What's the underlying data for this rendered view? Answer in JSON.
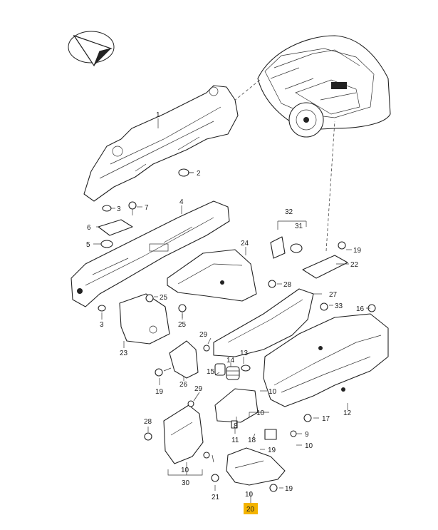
{
  "compass": {
    "icon": "orientation-arrow-icon"
  },
  "labels": {
    "l1": "1",
    "l2": "2",
    "l3a": "3",
    "l3b": "3",
    "l4": "4",
    "l5": "5",
    "l6": "6",
    "l7": "7",
    "l8": "8",
    "l9": "9",
    "l10a": "10",
    "l10b": "10",
    "l10c": "10",
    "l10d": "10",
    "l10e": "10",
    "l11": "11",
    "l12": "12",
    "l13": "13",
    "l14": "14",
    "l15": "15",
    "l16": "16",
    "l17": "17",
    "l18": "18",
    "l19a": "19",
    "l19b": "19",
    "l19c": "19",
    "l20": "20",
    "l21": "21",
    "l22": "22",
    "l23": "23",
    "l24": "24",
    "l25a": "25",
    "l25b": "25",
    "l26": "26",
    "l27": "27",
    "l28a": "28",
    "l28b": "28",
    "l29a": "29",
    "l29b": "29",
    "l30": "30",
    "l31": "31",
    "l32": "32",
    "l33": "33"
  },
  "highlight": {
    "label": "20",
    "color": "#f4b400"
  }
}
